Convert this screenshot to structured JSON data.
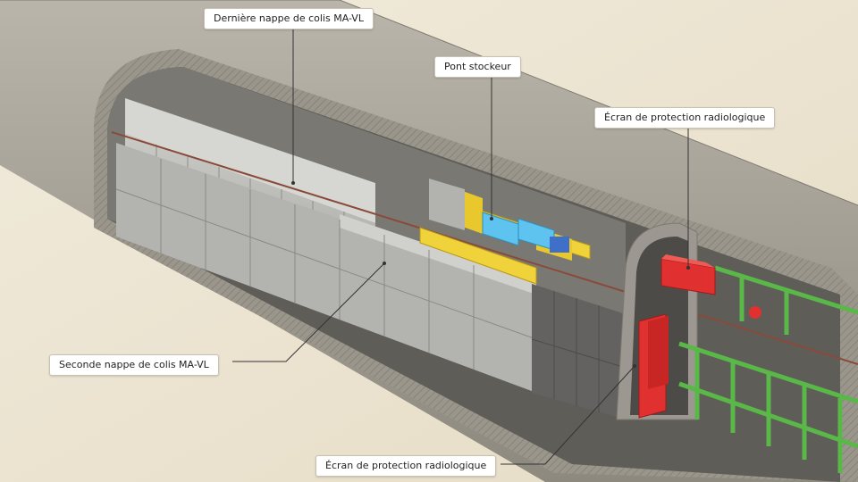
{
  "labels": {
    "last_layer": "Dernière nappe de colis MA-VL",
    "stacker_crane": "Pont stockeur",
    "shield_top": "Écran de protection radiologique",
    "second_layer": "Seconde nappe de colis MA-VL",
    "shield_bottom": "Écran de protection radiologique"
  },
  "colors": {
    "background": "#ece5d3",
    "rock": "#a8a49a",
    "concrete": "#8f8d87",
    "packages": "#bdbdb9",
    "crane": "#f0d23a",
    "containers": "#5ec3ee",
    "shield": "#e0302f",
    "frame": "#59b848",
    "leader_line": "#333333"
  }
}
